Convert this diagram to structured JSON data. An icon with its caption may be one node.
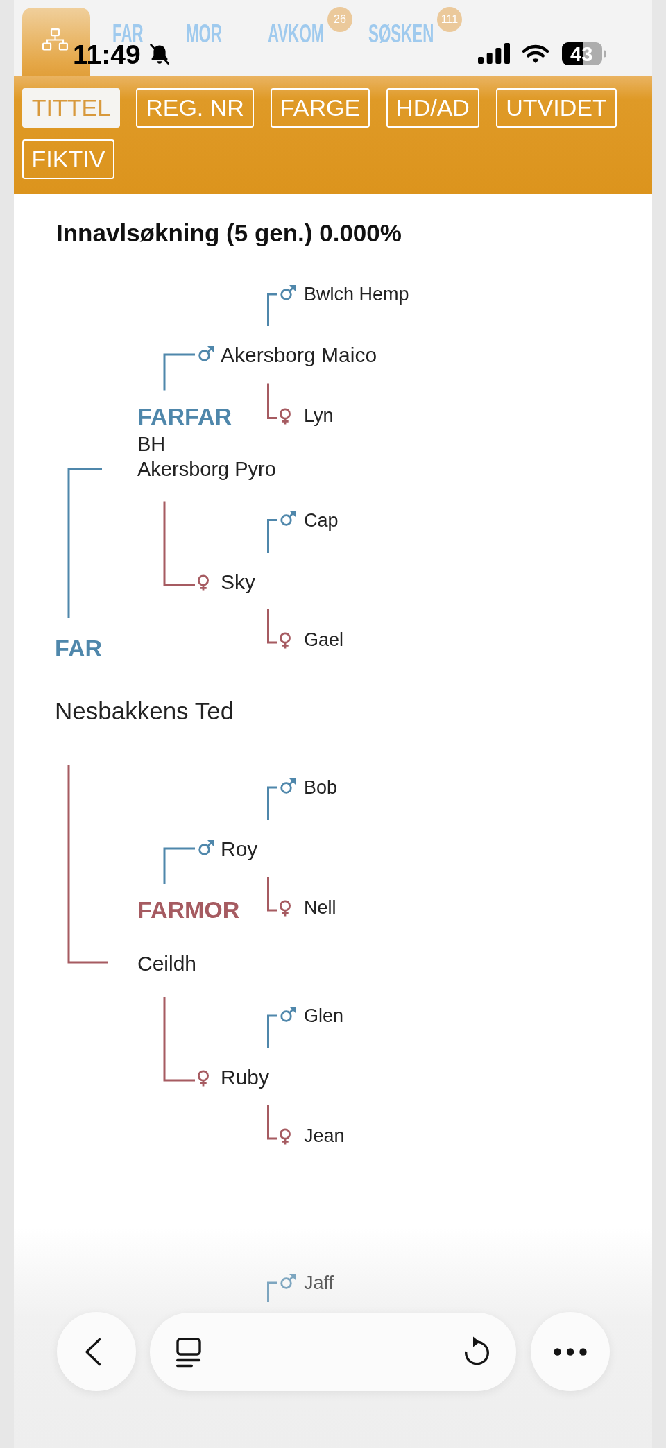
{
  "diagram": {
    "title": "Innavlsøkning (5 gen.) 0.000%",
    "nodes": [
      {
        "text": [
          "Bwlch Hemp"
        ]
      },
      {
        "text": [
          "Akersborg Maico"
        ]
      },
      {
        "text": [
          "Lyn"
        ]
      },
      {
        "text": [
          "FARFAR",
          "BH",
          "Akersborg Pyro"
        ]
      },
      {
        "text": [
          "Cap"
        ]
      },
      {
        "text": [
          "Sky"
        ]
      },
      {
        "text": [
          "Gael"
        ]
      },
      {
        "text": [
          "FAR",
          "Nesbakkens Ted"
        ]
      },
      {
        "text": [
          "Bob"
        ]
      },
      {
        "text": [
          "Roy"
        ]
      },
      {
        "text": [
          "Nell"
        ]
      },
      {
        "text": [
          "FARMOR",
          "Ceildh"
        ]
      },
      {
        "text": [
          "Glen"
        ]
      },
      {
        "text": [
          "Ruby"
        ]
      },
      {
        "text": [
          "Jean"
        ]
      },
      {
        "text": [
          "Jaff"
        ]
      }
    ],
    "edges": [
      {
        "from": 7,
        "to": 3,
        "arrow": "none"
      },
      {
        "from": 7,
        "to": 11,
        "arrow": "none",
        "color": "#a65b61"
      },
      {
        "from": 3,
        "to": 1,
        "arrow": "none"
      },
      {
        "from": 3,
        "to": 5,
        "arrow": "none",
        "color": "#a65b61"
      },
      {
        "from": 1,
        "to": 0,
        "arrow": "none"
      },
      {
        "from": 1,
        "to": 2,
        "arrow": "none",
        "color": "#a65b61"
      },
      {
        "from": 5,
        "to": 4,
        "arrow": "none"
      },
      {
        "from": 5,
        "to": 6,
        "arrow": "none",
        "color": "#a65b61"
      },
      {
        "from": 11,
        "to": 9,
        "arrow": "none"
      },
      {
        "from": 11,
        "to": 13,
        "arrow": "none",
        "color": "#a65b61"
      },
      {
        "from": 9,
        "to": 8,
        "arrow": "none"
      },
      {
        "from": 9,
        "to": 10,
        "arrow": "none",
        "color": "#a65b61"
      },
      {
        "from": 13,
        "to": 12,
        "arrow": "none"
      },
      {
        "from": 13,
        "to": 14,
        "arrow": "none",
        "color": "#a65b61"
      },
      {
        "from": null,
        "to": 15,
        "arrow": "none"
      }
    ],
    "labels": [
      "FAR",
      "MOR",
      "AVKOM",
      "26",
      "SØSKEN",
      "111",
      "11:49",
      "43",
      "TITTEL",
      "REG. NR",
      "FARGE",
      "HD/AD",
      "UTVIDET",
      "FIKTIV"
    ]
  }
}
